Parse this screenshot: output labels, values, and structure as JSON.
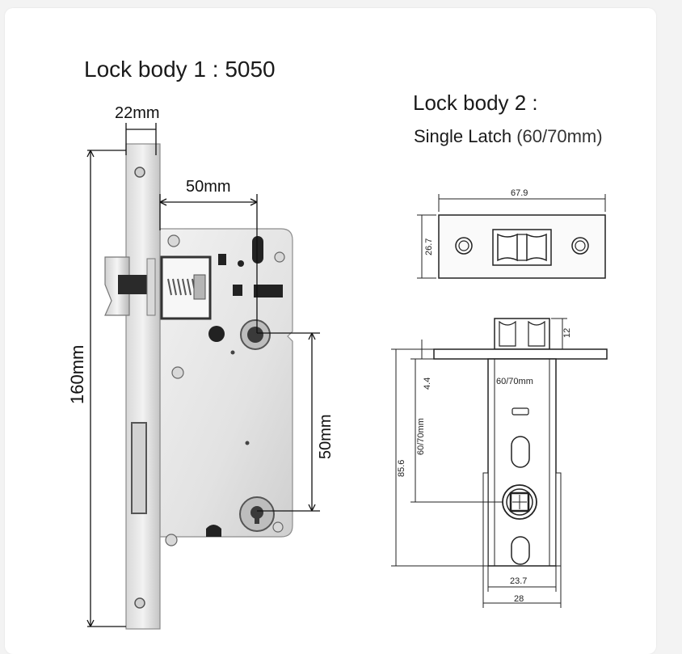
{
  "lock1": {
    "title": "Lock body 1 : 5050",
    "dims": {
      "width_face": "22mm",
      "backset": "50mm",
      "height": "160mm",
      "center_distance": "50mm"
    }
  },
  "lock2": {
    "title": "Lock body 2 :",
    "subtitle_main": "Single Latch",
    "subtitle_paren": "(60/70mm)",
    "dims": {
      "plate_length": "67.9",
      "plate_height": "26.7",
      "latch_projection": "12",
      "faceplate_thickness": "4.4",
      "backset_label": "60/70mm",
      "backset_vertical": "60/70mm",
      "total_length": "85.6",
      "body_width": "23.7",
      "outer_width": "28"
    }
  },
  "colors": {
    "steel_light": "#e4e4e4",
    "steel_mid": "#c9c9c9",
    "steel_dark": "#9a9a9a",
    "line": "#1a1a1a"
  }
}
